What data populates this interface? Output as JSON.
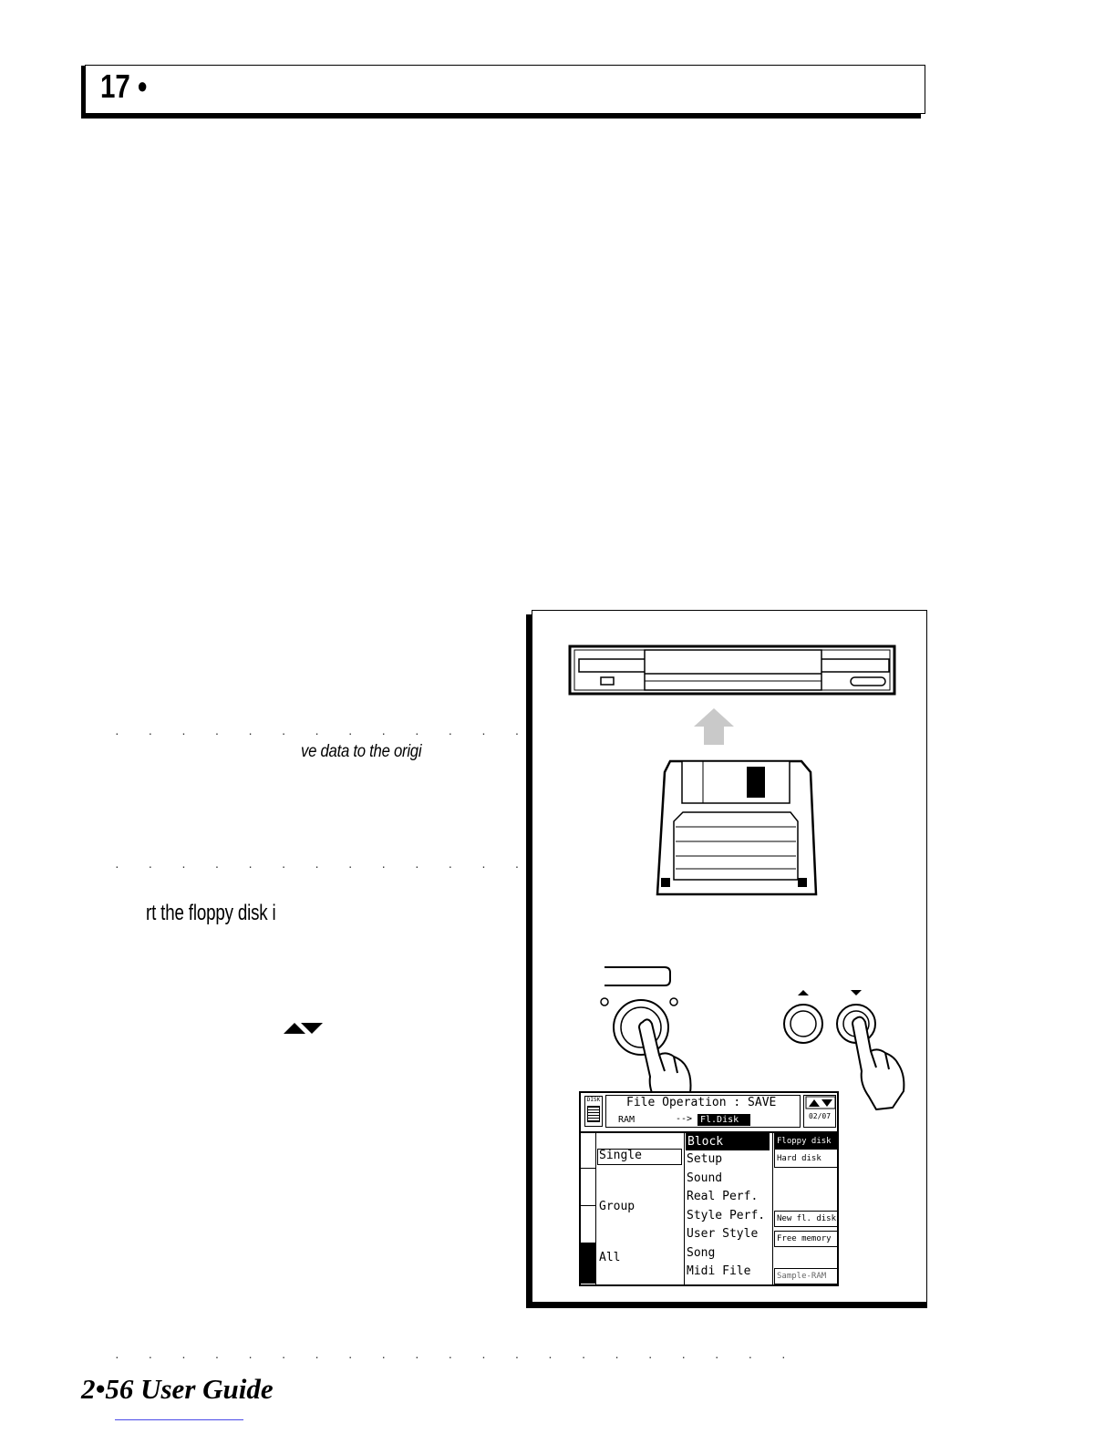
{
  "header": {
    "title": "17 •"
  },
  "notes": {
    "dots": "· · · · · · · · · · · · · · · · · · · · ·",
    "note_fragment": "ve data to the origi",
    "step_fragment": "rt the floppy disk i"
  },
  "footer": {
    "page_label": "2•56  User Guide"
  },
  "figure": {
    "display": {
      "title": "File Operation : SAVE",
      "source": "RAM",
      "arrow": "-->",
      "destination": "Fl.Disk",
      "page": "02/07",
      "disk_icon_label": "DISK",
      "modes": [
        "Single",
        "Group",
        "All"
      ],
      "file_types": [
        "Block",
        "Setup",
        "Sound",
        "Real Perf.",
        "Style Perf.",
        "User Style",
        "Song",
        "Midi File"
      ],
      "selected_file_type": "Block",
      "drives": [
        "Floppy disk",
        "Hard disk"
      ],
      "selected_drive": "Floppy disk",
      "actions": [
        "New fl. disk",
        "Free memory"
      ],
      "sample_ram": "Sample-RAM"
    }
  }
}
